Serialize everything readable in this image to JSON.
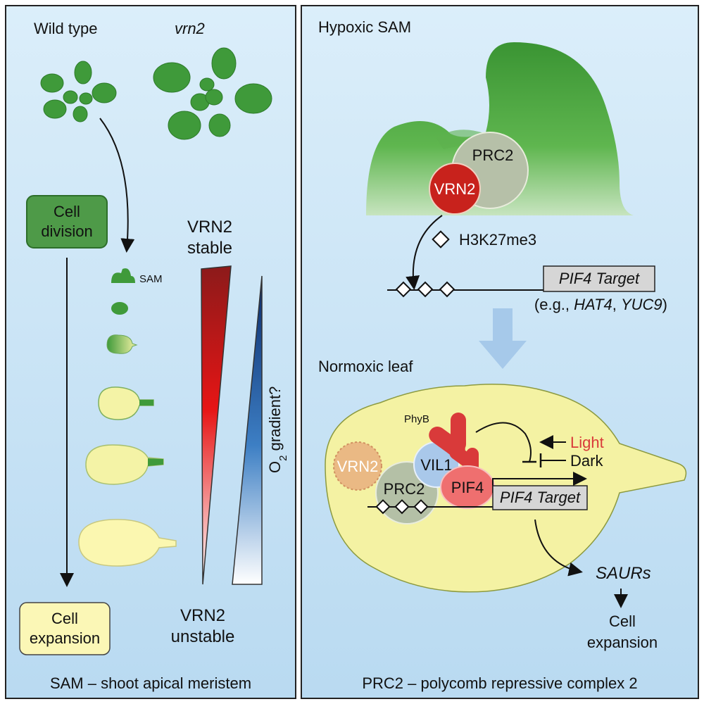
{
  "left_panel": {
    "wild_type_label": "Wild type",
    "mutant_label": "vrn2",
    "cell_division_label_1": "Cell",
    "cell_division_label_2": "division",
    "cell_expansion_label_1": "Cell",
    "cell_expansion_label_2": "expansion",
    "sam_label": "SAM",
    "vrn2_stable_1": "VRN2",
    "vrn2_stable_2": "stable",
    "vrn2_unstable_1": "VRN2",
    "vrn2_unstable_2": "unstable",
    "o2_gradient_prefix": "O",
    "o2_gradient_sub": "2",
    "o2_gradient_suffix": " gradient?",
    "footer": "SAM – shoot apical meristem"
  },
  "right_panel": {
    "hypoxic_title": "Hypoxic SAM",
    "prc2_label": "PRC2",
    "vrn2_label": "VRN2",
    "h3k27me3_label": "H3K27me3",
    "pif4_target_label": "PIF4 Target",
    "examples_prefix": "(e.g., ",
    "example_gene_1": "HAT4",
    "examples_sep": ", ",
    "example_gene_2": "YUC9",
    "examples_suffix": ")",
    "normoxic_title": "Normoxic leaf",
    "phyb_label": "PhyB",
    "light_label": "Light",
    "dark_label": "Dark",
    "vil1_label": "VIL1",
    "pif4_label": "PIF4",
    "leaf_vrn2_label": "VRN2",
    "leaf_prc2_label": "PRC2",
    "leaf_target_label": "PIF4 Target",
    "saurs_label": "SAURs",
    "cell_expansion_1": "Cell",
    "cell_expansion_2": "expansion",
    "footer": "PRC2 – polycomb repressive complex 2"
  },
  "colors": {
    "panel_bg_top": "#d8ecf8",
    "panel_bg_bottom": "#bcdcf2",
    "plant_green": "#3f9a3a",
    "leaf_yellow": "#f4f3a6",
    "vrn2_red": "#c8221c",
    "light_red": "#d93a3a",
    "prc2_grey_green": "#b4c0a6",
    "vil1_blue": "#a9c8ea",
    "pif4_pink": "#ef6f6f",
    "vrn2_faded": "#eab984",
    "arrow_blue": "#a6c9ea"
  }
}
